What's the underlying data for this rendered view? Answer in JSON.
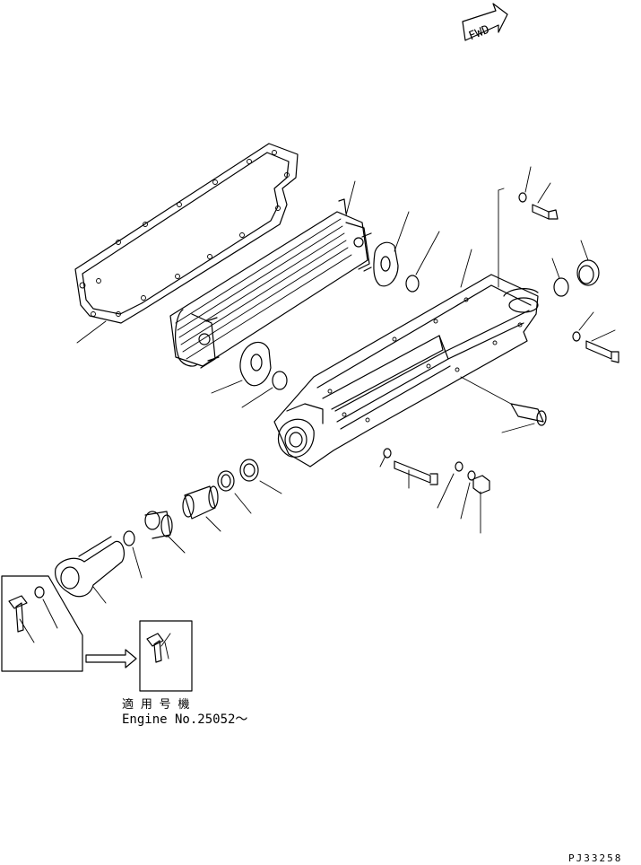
{
  "direction_arrow": {
    "label": "FWD"
  },
  "applicable_note": {
    "label_jp": "適 用 号 機",
    "serial": "Engine No.25052～"
  },
  "drawing_code": "PJ33258",
  "icons": [
    "fwd-arrow-icon",
    "transition-arrow-icon"
  ]
}
